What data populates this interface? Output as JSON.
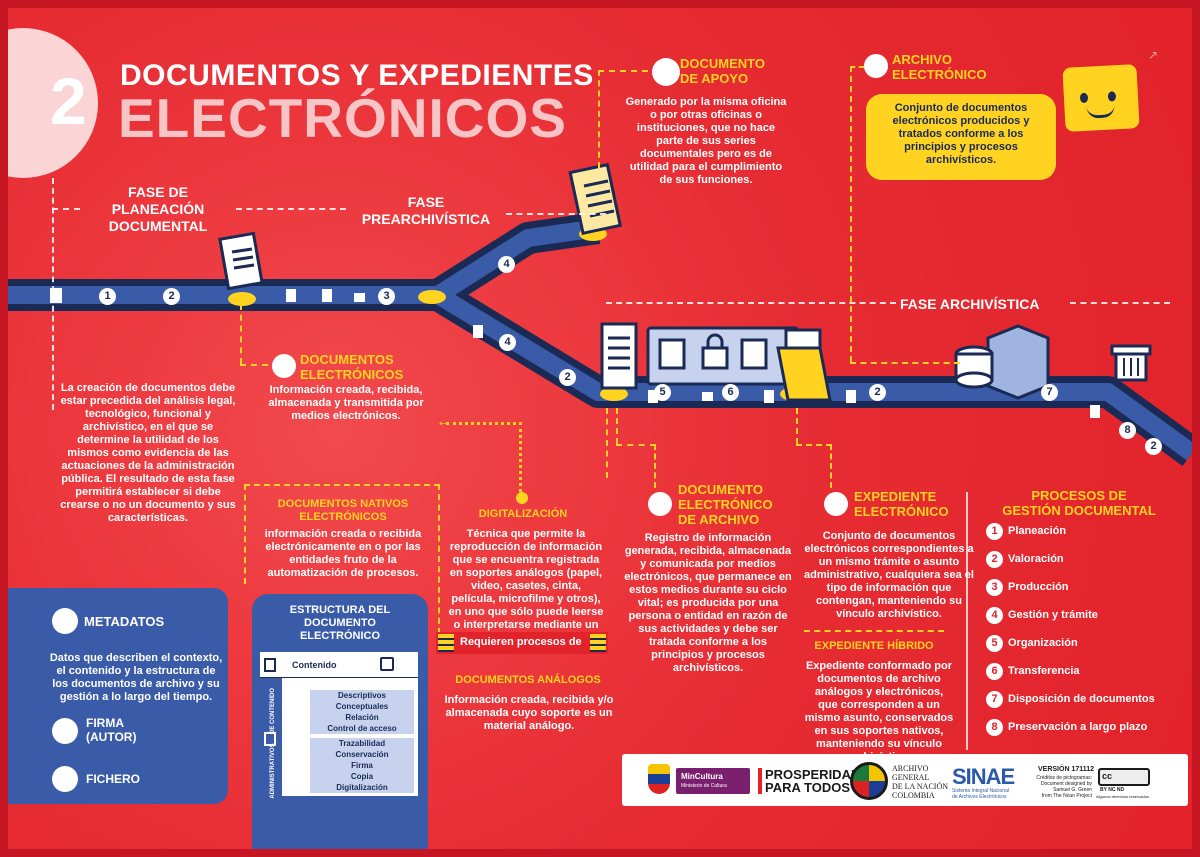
{
  "header": {
    "number": "2",
    "title_line1": "DOCUMENTOS Y EXPEDIENTES",
    "title_line2": "ELECTRÓNICOS"
  },
  "phases": {
    "planeacion_l1": "FASE DE",
    "planeacion_l2": "PLANEACIÓN",
    "planeacion_l3": "DOCUMENTAL",
    "prearchivistica_l1": "FASE",
    "prearchivistica_l2": "PREARCHIVÍSTICA",
    "archivistica": "FASE  ARCHIVÍSTICA"
  },
  "planeacion_text": "La creación de documentos debe estar precedida del análisis legal, tecnológico, funcional y archivístico, en el que se determine la utilidad de los mismos como evidencia de las actuaciones de la administración pública. El resultado de esta fase permitirá establecer si debe crearse o no un documento y sus características.",
  "documentos_electronicos": {
    "title_l1": "DOCUMENTOS",
    "title_l2": "ELECTRÓNICOS",
    "text": "Información creada, recibida, almacenada y transmitida por medios electrónicos."
  },
  "documento_apoyo": {
    "title_l1": "DOCUMENTO",
    "title_l2": "DE APOYO",
    "text": "Generado por la misma oficina o por otras oficinas o instituciones, que no hace parte de sus series documentales pero es de utilidad para el cumplimiento de sus funciones."
  },
  "archivo_electronico": {
    "title_l1": "ARCHIVO",
    "title_l2": "ELECTRÓNICO",
    "text": "Conjunto de documentos electrónicos producidos y tratados conforme a los principios y procesos archivísticos."
  },
  "nativos": {
    "title_l1": "DOCUMENTOS NATIVOS",
    "title_l2": "ELECTRÓNICOS",
    "text": "información creada o recibida electrónicamente en o por las entidades fruto de la automatización de procesos."
  },
  "digitalizacion": {
    "title": "DIGITALIZACIÓN",
    "text": "Técnica que permite la reproducción de información que se encuentra registrada en soportes análogos (papel, video, casetes, cinta, película, microfilme y otros), en uno que sólo puede leerse o interpretarse mediante un computador.",
    "banner": "Requieren procesos de"
  },
  "analogos": {
    "title": "DOCUMENTOS ANÁLOGOS",
    "text": "Información creada, recibida y/o almacenada cuyo soporte es un material análogo."
  },
  "doc_archivo": {
    "title_l1": "DOCUMENTO",
    "title_l2": "ELECTRÓNICO",
    "title_l3": "DE ARCHIVO",
    "text": "Registro de información generada, recibida, almacenada y comunicada por medios electrónicos, que permanece en estos medios durante su ciclo vital; es producida por una persona o entidad en razón de sus actividades y debe ser tratada conforme a los principios y procesos archivísticos."
  },
  "expediente": {
    "title_l1": "EXPEDIENTE",
    "title_l2": "ELECTRÓNICO",
    "text": "Conjunto de documentos electrónicos correspondientes a un mismo trámite o asunto administrativo, cualquiera sea el tipo de información que contengan, manteniendo su vínculo archivístico."
  },
  "hibrido": {
    "title": "EXPEDIENTE HÍBRIDO",
    "text": "Expediente conformado por documentos de archivo análogos y electrónicos, que corresponden a un mismo asunto, conservados en sus soportes nativos, manteniendo su vínculo archivístico."
  },
  "procesos": {
    "title_l1": "PROCESOS DE",
    "title_l2": "GESTIÓN DOCUMENTAL",
    "items": [
      {
        "n": "1",
        "label": "Planeación"
      },
      {
        "n": "2",
        "label": "Valoración"
      },
      {
        "n": "3",
        "label": "Producción"
      },
      {
        "n": "4",
        "label": "Gestión y trámite"
      },
      {
        "n": "5",
        "label": "Organización"
      },
      {
        "n": "6",
        "label": "Transferencia"
      },
      {
        "n": "7",
        "label": "Disposición de documentos"
      },
      {
        "n": "8",
        "label": "Preservación a largo plazo"
      }
    ]
  },
  "metadatos": {
    "title": "METADATOS",
    "text": "Datos que describen el contexto, el contenido y la estructura de los documentos de archivo y su gestión a lo largo del tiempo.",
    "firma_l1": "FIRMA",
    "firma_l2": "(AUTOR)",
    "fichero": "FICHERO"
  },
  "estructura": {
    "title_l1": "ESTRUCTURA DEL",
    "title_l2": "DOCUMENTO",
    "title_l3": "ELECTRÓNICO",
    "contenido": "Contenido",
    "label_contenido": "DE CONTENIDO",
    "label_admin": "ADMINISTRATIVOS",
    "rows_contenido": [
      "Descriptivos",
      "Conceptuales",
      "Relación",
      "Control de acceso"
    ],
    "rows_admin": [
      "Trazabilidad",
      "Conservación",
      "Firma",
      "Copia",
      "Digitalización"
    ]
  },
  "path_numbers": {
    "p1": "1",
    "p2": "2",
    "p3": "3",
    "p4": "4",
    "p4b": "4",
    "p2b": "2",
    "p5": "5",
    "p6": "6",
    "p2c": "2",
    "p7": "7",
    "p8": "8",
    "p2d": "2"
  },
  "footer": {
    "mincultura": "MinCultura",
    "mincultura_sub": "Ministerio de Cultura",
    "prosperidad_l1": "PROSPERIDAD",
    "prosperidad_l2": "PARA TODOS",
    "agn_l1": "ARCHIVO",
    "agn_l2": "GENERAL",
    "agn_l3": "DE LA NACIÓN",
    "agn_l4": "COLOMBIA",
    "sinae": "SINAE",
    "sinae_sub_l1": "Sistema Integral Nacional",
    "sinae_sub_l2": "de Archivos Electrónicos",
    "version": "VERSIÓN 171112",
    "credits_l1": "Créditos de pictogramas:",
    "credits_l2": "Document designed by",
    "credits_l3": "Samuel G. Green",
    "credits_l4": "from The Noun Project",
    "cc": "cc",
    "cc_sub": "BY  NC  ND",
    "cc_rights": "Algunos derechos reservados"
  },
  "colors": {
    "red": "#e2232b",
    "navy": "#1a2a55",
    "blue": "#3a5ba8",
    "yellow": "#ffd31f"
  }
}
